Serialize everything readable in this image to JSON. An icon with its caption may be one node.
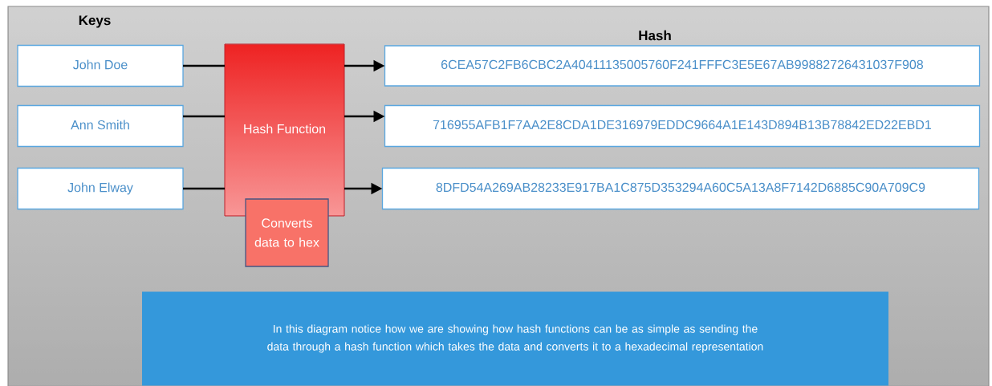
{
  "diagram": {
    "nodes": [
      {
        "text": [
          "John Doe"
        ]
      },
      {
        "text": [
          "Ann Smith"
        ]
      },
      {
        "text": [
          "John Elway"
        ]
      },
      {
        "text": [
          "Hash Function"
        ]
      },
      {
        "text": [
          "Converts data to hex"
        ]
      },
      {
        "text": [
          "6CEA57C2FB6CBC2A40411135005760F241FFFC3E5E67AB99882726431037F908"
        ]
      },
      {
        "text": [
          "716955AFB1F7AA2E8CDA1DE316979EDDC9664A1E143D894B13B78842ED22EBD1"
        ]
      },
      {
        "text": [
          "8DFD54A269AB28233E917BA1C875D353294A60C5A13A8F7142D6885C90A709C9"
        ]
      },
      {
        "text": [
          "In this diagram notice how we are showing how hash functions can be as simple as sending the data through a hash function which takes the data and converts it to a hexadecimal representation"
        ]
      }
    ],
    "edges": [
      {
        "from": 0,
        "to": 3,
        "arrow": "none"
      },
      {
        "from": 3,
        "to": 5,
        "arrow": "to"
      },
      {
        "from": 1,
        "to": 3,
        "arrow": "none"
      },
      {
        "from": 3,
        "to": 6,
        "arrow": "to"
      },
      {
        "from": 2,
        "to": 3,
        "arrow": "none"
      },
      {
        "from": 3,
        "to": 7,
        "arrow": "to"
      }
    ],
    "labels": [
      "Keys",
      "Hash"
    ]
  }
}
